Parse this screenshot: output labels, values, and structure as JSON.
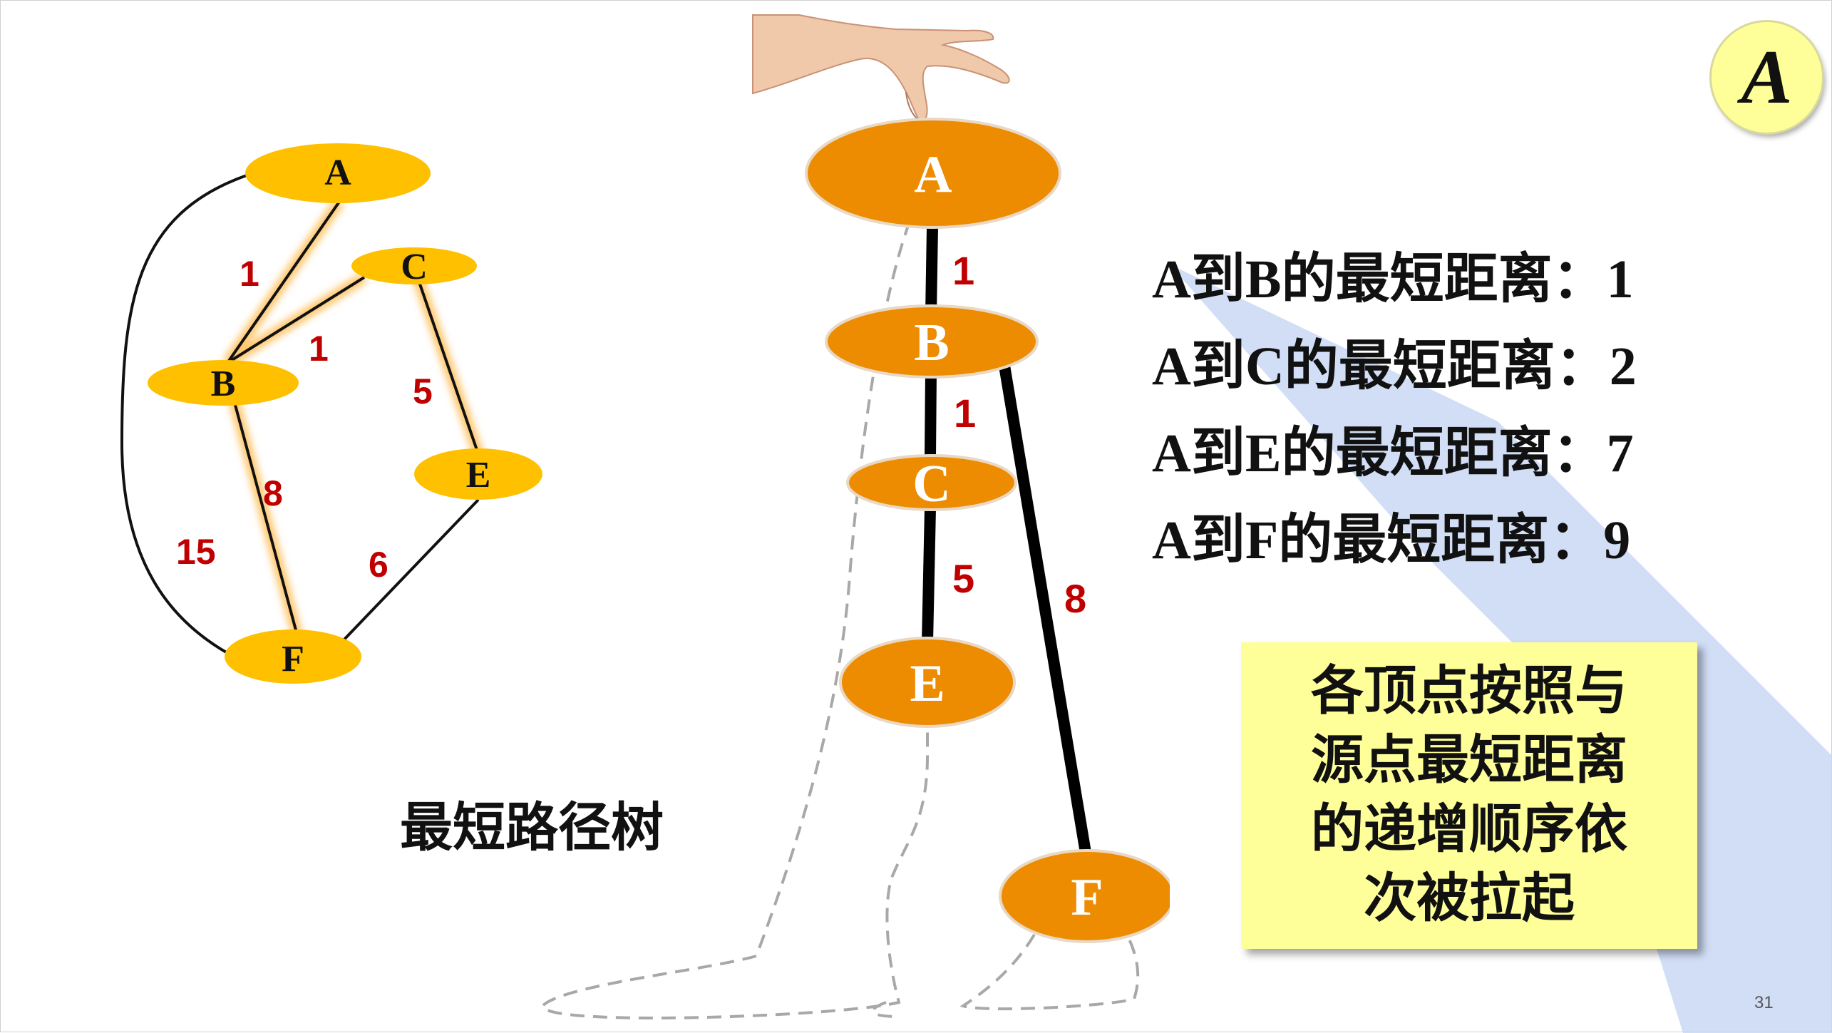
{
  "badge": "A",
  "graph": {
    "nodes": {
      "A": "A",
      "B": "B",
      "C": "C",
      "E": "E",
      "F": "F"
    },
    "edge_weights": {
      "AB": "1",
      "BC": "1",
      "CE": "5",
      "BF": "8",
      "EF": "6",
      "AF": "15"
    }
  },
  "tree": {
    "nodes": {
      "A": "A",
      "B": "B",
      "C": "C",
      "E": "E",
      "F": "F"
    },
    "edge_weights": {
      "AB": "1",
      "BC": "1",
      "CE": "5",
      "BF": "8"
    },
    "title": "最短路径树"
  },
  "distances": [
    "A到B的最短距离：1",
    "A到C的最短距离：2",
    "A到E的最短距离：7",
    "A到F的最短距离：9"
  ],
  "note": [
    "各顶点按照与",
    "源点最短距离",
    "的递增顺序依",
    "次被拉起"
  ],
  "page_number": "31",
  "colors": {
    "graph_node": "#ffc000",
    "tree_node": "#ed8c00",
    "weight_text": "#c00000",
    "note_bg": "#ffff99",
    "highlight": "#ffd27f"
  }
}
